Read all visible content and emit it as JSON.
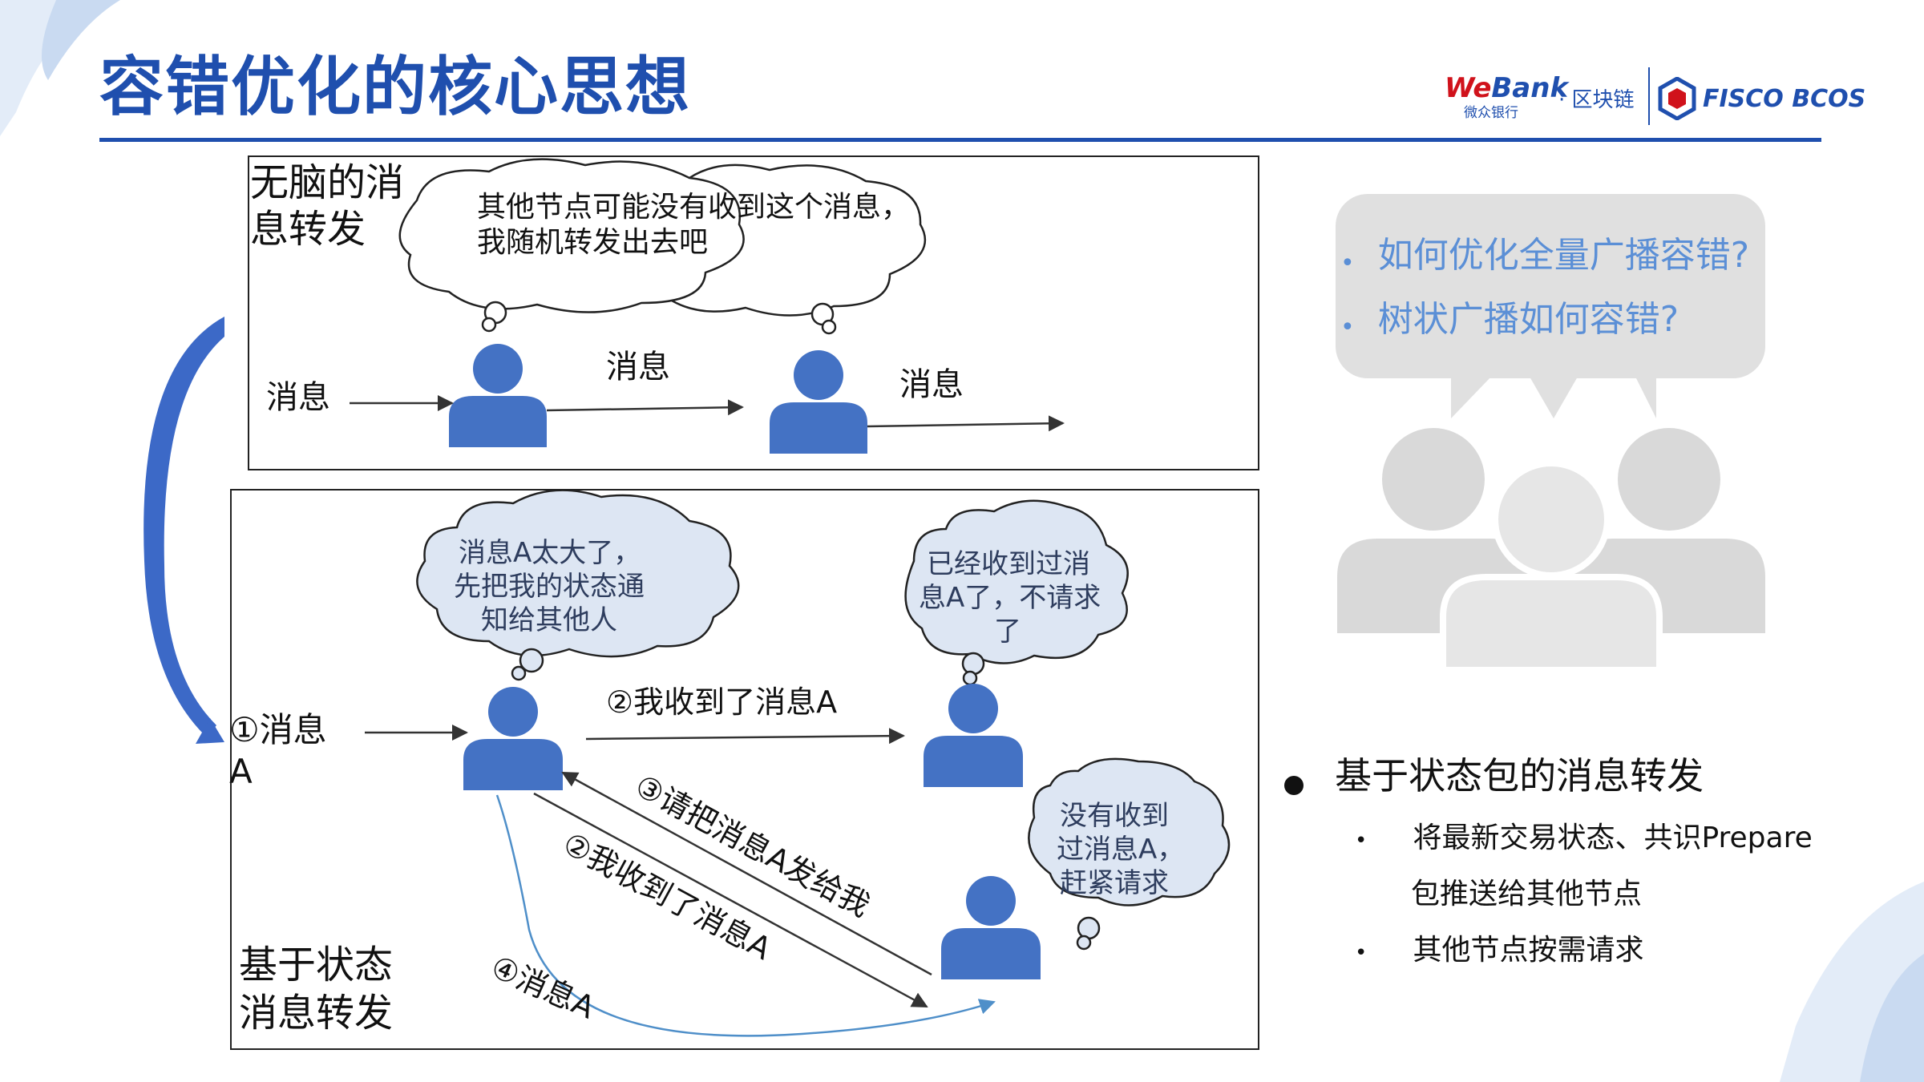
{
  "title": "容错优化的核心思想",
  "logo": {
    "webank_we": "We",
    "webank_bank": "Bank",
    "webank_cn": "微众银行",
    "blockchain": "· 区块链",
    "fisco": "FISCO BCOS"
  },
  "top_panel": {
    "label_line1": "无脑的消",
    "label_line2": "息转发",
    "thought_line1": "其他节点可能没有收到这个消息，",
    "thought_line2": "我随机转发出去吧",
    "msg_in": "消息",
    "msg_mid": "消息",
    "msg_out": "消息"
  },
  "bottom_panel": {
    "label_line1": "基于状态",
    "label_line2": "消息转发",
    "input_line1": "①消息",
    "input_line2": "A",
    "thought_a": [
      "消息A太大了，",
      "先把我的状态通",
      "知给其他人"
    ],
    "thought_b": [
      "已经收到过消",
      "息A了，不请求",
      "了"
    ],
    "thought_c": [
      "没有收到",
      "过消息A，",
      "赶紧请求"
    ],
    "arrow_2_top": "②我收到了消息A",
    "arrow_3": "③请把消息A发给我",
    "arrow_2_diag": "②我收到了消息A",
    "arrow_4": "④消息A"
  },
  "speech_bubble": {
    "q1": "如何优化全量广播容错?",
    "q2": "树状广播如何容错?"
  },
  "right_text": {
    "main": "基于状态包的消息转发",
    "sub1_line1": "将最新交易状态、共识Prepare",
    "sub1_line2": "包推送给其他节点",
    "sub2": "其他节点按需请求"
  },
  "colors": {
    "brand_blue": "#1f4fae",
    "person_blue": "#4472c4",
    "cloud_fill": "#dde6f3",
    "gray_people": "#d9d9d9",
    "question_blue": "#5b8fd6"
  }
}
